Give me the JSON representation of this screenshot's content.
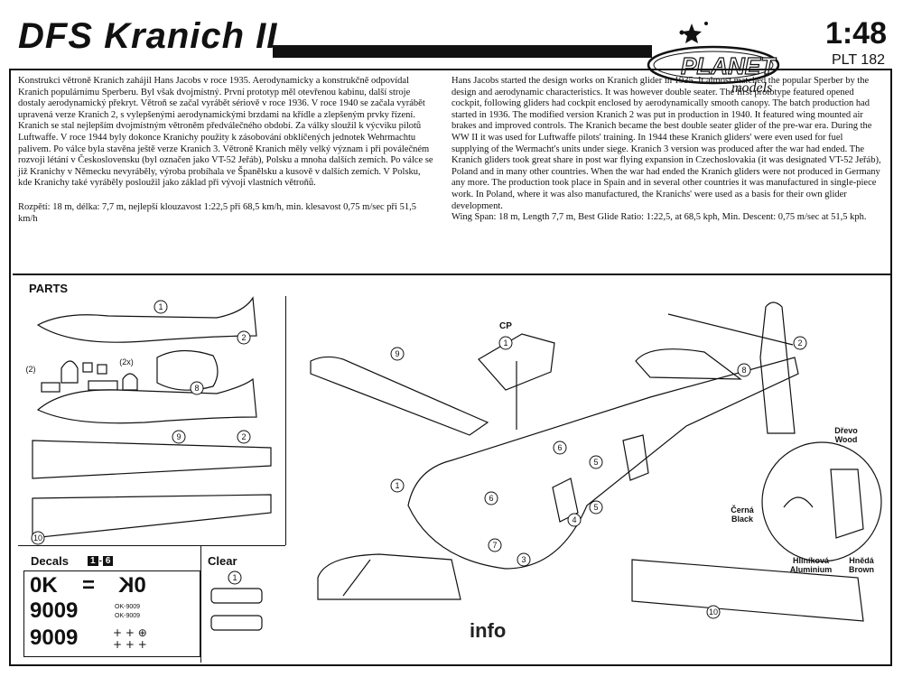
{
  "header": {
    "title": "DFS Kranich II",
    "scale": "1:48",
    "product_code": "PLT 182",
    "logo_main": "PLANET",
    "logo_sub": "models"
  },
  "text": {
    "czech": "Konstrukci větroně Kranich zahájil Hans Jacobs v roce 1935. Aerodynamicky a konstrukčně odpovídal Kranich populárnímu Sperberu. Byl však dvojmístný. První prototyp měl otevřenou kabinu, další stroje dostaly aerodynamický překryt. Větroň se začal vyrábět sériově v roce 1936. V roce 1940 se začala vyrábět upravená verze Kranich 2, s vylepšenými aerodynamickými brzdami na křídle a zlepšeným prvky řízení. Kranich se stal nejlepším dvojmístným větroněm předválečného období. Za války sloužil k výcviku pilotů Luftwaffe. V roce 1944 byly dokonce Kranichy použity k zásobování obklíčených jednotek Wehrmachtu palivem. Po válce byla stavěna ještě verze Kranich 3. Větroně Kranich měly velký význam i při poválečném rozvoji létání v Československu (byl označen jako VT-52 Jeřáb), Polsku a mnoha dalších zemích. Po válce se již Kranichy v Německu nevyráběly, výroba probíhala ve Španělsku a kusově v dalších zemích. V Polsku, kde Kranichy také vyráběly posloužil jako základ při vývoji vlastních větroňů.",
    "czech_specs": "Rozpětí: 18 m, délka: 7,7 m, nejlepší klouzavost 1:22,5 při 68,5 km/h, min. klesavost 0,75 m/sec při 51,5 km/h",
    "english": "Hans Jacobs started the design works on Kranich glider in 1935. It almost matched the popular Sperber by the design and aerodynamic characteristics. It was however double seater. The first prototype featured opened cockpit, following gliders had cockpit enclosed by aerodynamically smooth canopy. The batch production had started in 1936. The modified version Kranich 2 was put in production in 1940. It featured wing mounted air brakes and improved controls. The Kranich became the best double seater glider of the pre-war era. During the WW II it was used for Luftwaffe pilots' training. In 1944 these Kranich gliders' were even used for fuel supplying of the Wermacht's units under siege. Kranich 3 version was produced after the war had ended. The Kranich gliders took great share in post war flying expansion in Czechoslovakia (it was designated VT-52 Jeřáb), Poland and in many other countries. When the war had ended the Kranich gliders were not produced in Germany any more. The production took place in Spain and in several other countries it was manufactured in single-piece work. In Poland, where it was also manufactured, the Kranichs' were used as a basis for their own glider development.",
    "english_specs": "Wing Span: 18 m, Length 7,7 m, Best Glide Ratio: 1:22,5, at 68,5 kph, Min. Descent: 0,75 m/sec at 51,5 kph."
  },
  "parts": {
    "label": "PARTS",
    "numbers": [
      "1",
      "2",
      "3",
      "4",
      "5",
      "6",
      "7",
      "8",
      "9",
      "10"
    ],
    "qty_2x": "(2x)",
    "qty_2": "(2)",
    "cp": "CP"
  },
  "decals": {
    "label": "Decals",
    "range_start": "1",
    "range_end": "6",
    "reg_top_left": "0K",
    "reg_top_right": "0K",
    "reg_mid": "9009",
    "reg_bottom": "9009",
    "reg_small_1": "OK-9009",
    "reg_small_2": "OK-9009"
  },
  "clear": {
    "label": "Clear",
    "part": "1"
  },
  "colors": {
    "wood_cz": "Dřevo",
    "wood_en": "Wood",
    "black_cz": "Černá",
    "black_en": "Black",
    "aluminium_cz": "Hliníková",
    "aluminium_en": "Aluminium",
    "brown_cz": "Hnědá",
    "brown_en": "Brown"
  },
  "footer": {
    "info": "info"
  }
}
